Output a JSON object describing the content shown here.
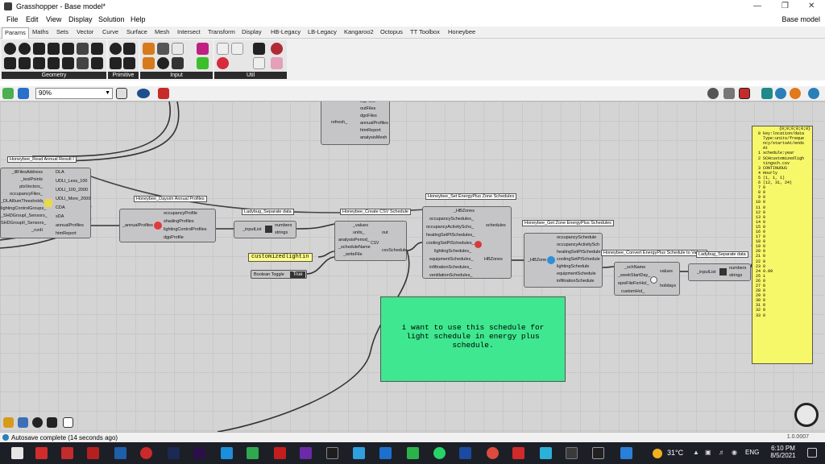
{
  "window": {
    "title": "Grasshopper - Base model*",
    "model_name": "Base model"
  },
  "menu": [
    "File",
    "Edit",
    "View",
    "Display",
    "Solution",
    "Help"
  ],
  "tabs": [
    "Params",
    "Maths",
    "Sets",
    "Vector",
    "Curve",
    "Surface",
    "Mesh",
    "Intersect",
    "Transform",
    "Display",
    "HB-Legacy",
    "LB-Legacy",
    "Kangaroo2",
    "Octopus",
    "TT Toolbox",
    "Honeybee"
  ],
  "ribbon": {
    "groups": [
      "Geometry",
      "Primitive",
      "Input",
      "Util"
    ]
  },
  "toolbar": {
    "zoom": "90%"
  },
  "canvas": {
    "outputs_top": [
      "sqlFiles",
      "outFiles",
      "dgoFiles",
      "annualProfiles",
      "htmReport",
      "analysisMesh"
    ],
    "outputs_top_in": "refresh_",
    "read_annual": {
      "label": "Honeybee_Read Annual Result I",
      "inputs": [
        "_illFilesAddress",
        "_testPoints",
        "ptsVectors_",
        "occupancyFiles_",
        "_DLAIllumThresholds_",
        "lightingControlGroups_",
        "_SHDGroupI_Sensors_",
        "SHDGroupII_Sensors_",
        "_runIt"
      ],
      "outputs": [
        "DLA",
        "UDLI_Less_100",
        "UDLI_100_2000",
        "UDLI_More_2000",
        "CDA",
        "sDA",
        "annualProfiles",
        "htmReport"
      ]
    },
    "daysim": {
      "label": "Honeybee_Daysim Annual Profiles",
      "input": "_annualProfiles",
      "outputs": [
        "occupancyProfile",
        "shadingProfiles",
        "lightingControlProfiles",
        "dgpProfile"
      ]
    },
    "separate1": {
      "label": "Ladybug_Separate data",
      "input": "_inputList",
      "outputs": [
        "numbers",
        "strings"
      ]
    },
    "csv": {
      "label": "Honeybee_Create CSV Schedule",
      "inputs": [
        "_values",
        "units_",
        "analysisPeriod_",
        "_scheduleName",
        "_writeFile"
      ],
      "outputs": [
        "out",
        "csvSchedule"
      ],
      "glyph": "CSV"
    },
    "sched_text": "customizedlightin",
    "bool_toggle": {
      "label": "Boolean Toggle",
      "value": "True"
    },
    "set_sched": {
      "label": "Honeybee_Set EnergyPlus Zone Schedules",
      "inputs": [
        "_HBZones",
        "occupancySchedules_",
        "occupancyActivitySchs_",
        "heatingSetPtSchedules_",
        "coolingSetPtSchedules_",
        "lightingSchedules_",
        "equipmentSchedules_",
        "infiltrationSchedules_",
        "ventilationSchedules_"
      ],
      "outputs": [
        "schedules",
        "HBZones"
      ]
    },
    "get_sched": {
      "label": "Honeybee_Get Zone EnergyPlus Schedules",
      "input": "_HBZone",
      "outputs": [
        "occupancySchedule",
        "occupancyActivitySch",
        "heatingSetPtSchedule",
        "coolingSetPtSchedule",
        "lightingSchedule",
        "equipmentSchedule",
        "infiltrationSchedule"
      ]
    },
    "convert": {
      "label": "Honeybee_Convert EnergyPlus Schedule to Values",
      "inputs": [
        "_schName",
        "_weekStartDay_",
        "epwFileForHol_",
        "customHol_"
      ],
      "outputs": [
        "values",
        "holidays"
      ]
    },
    "separate2": {
      "label": "Ladybug_Separate data",
      "input": "_inputList",
      "outputs": [
        "numbers",
        "strings"
      ]
    },
    "panel": {
      "header": "{0;0;0;0;0;0}",
      "rows": [
        [
          "0",
          "key:location/data"
        ],
        [
          "",
          "Type:units/freque"
        ],
        [
          "",
          "ncy/startsAt/ends"
        ],
        [
          "",
          "At"
        ],
        [
          "1",
          "schedule:year"
        ],
        [
          "2",
          "SCHcustomizedligh"
        ],
        [
          "",
          "tingsch.csv"
        ],
        [
          "3",
          "CONTINUOUS"
        ],
        [
          "4",
          "Hourly"
        ],
        [
          "5",
          "(1, 1, 1)"
        ],
        [
          "6",
          "(12, 31, 24)"
        ],
        [
          "7",
          "0"
        ],
        [
          "8",
          "0"
        ],
        [
          "9",
          "0"
        ],
        [
          "10",
          "0"
        ],
        [
          "11",
          "0"
        ],
        [
          "12",
          "0"
        ],
        [
          "13",
          "0"
        ],
        [
          "14",
          "0"
        ],
        [
          "15",
          "0"
        ],
        [
          "16",
          "0"
        ],
        [
          "17",
          "0"
        ],
        [
          "18",
          "0"
        ],
        [
          "19",
          "0"
        ],
        [
          "20",
          "0"
        ],
        [
          "21",
          "0"
        ],
        [
          "22",
          "0"
        ],
        [
          "23",
          "0"
        ],
        [
          "24",
          "0.09"
        ],
        [
          "25",
          "1"
        ],
        [
          "26",
          "0"
        ],
        [
          "27",
          "0"
        ],
        [
          "28",
          "0"
        ],
        [
          "29",
          "0"
        ],
        [
          "30",
          "0"
        ],
        [
          "31",
          "0"
        ],
        [
          "32",
          "0"
        ],
        [
          "33",
          "0"
        ]
      ]
    },
    "note": "i want to use this schedule for light schedule in energy plus schedule."
  },
  "status": {
    "text": "Autosave complete (14 seconds ago)",
    "version": "1.0.0007"
  },
  "taskbar": {
    "temp": "31°C",
    "lang": "ENG",
    "time": "6:10 PM",
    "date": "8/5/2021"
  },
  "colors": {
    "canvas": "#d4d4d4",
    "component": "#c5c5c7",
    "panel": "#f7f76a",
    "note": "#3fe890",
    "taskbar": "#1d1f27"
  }
}
